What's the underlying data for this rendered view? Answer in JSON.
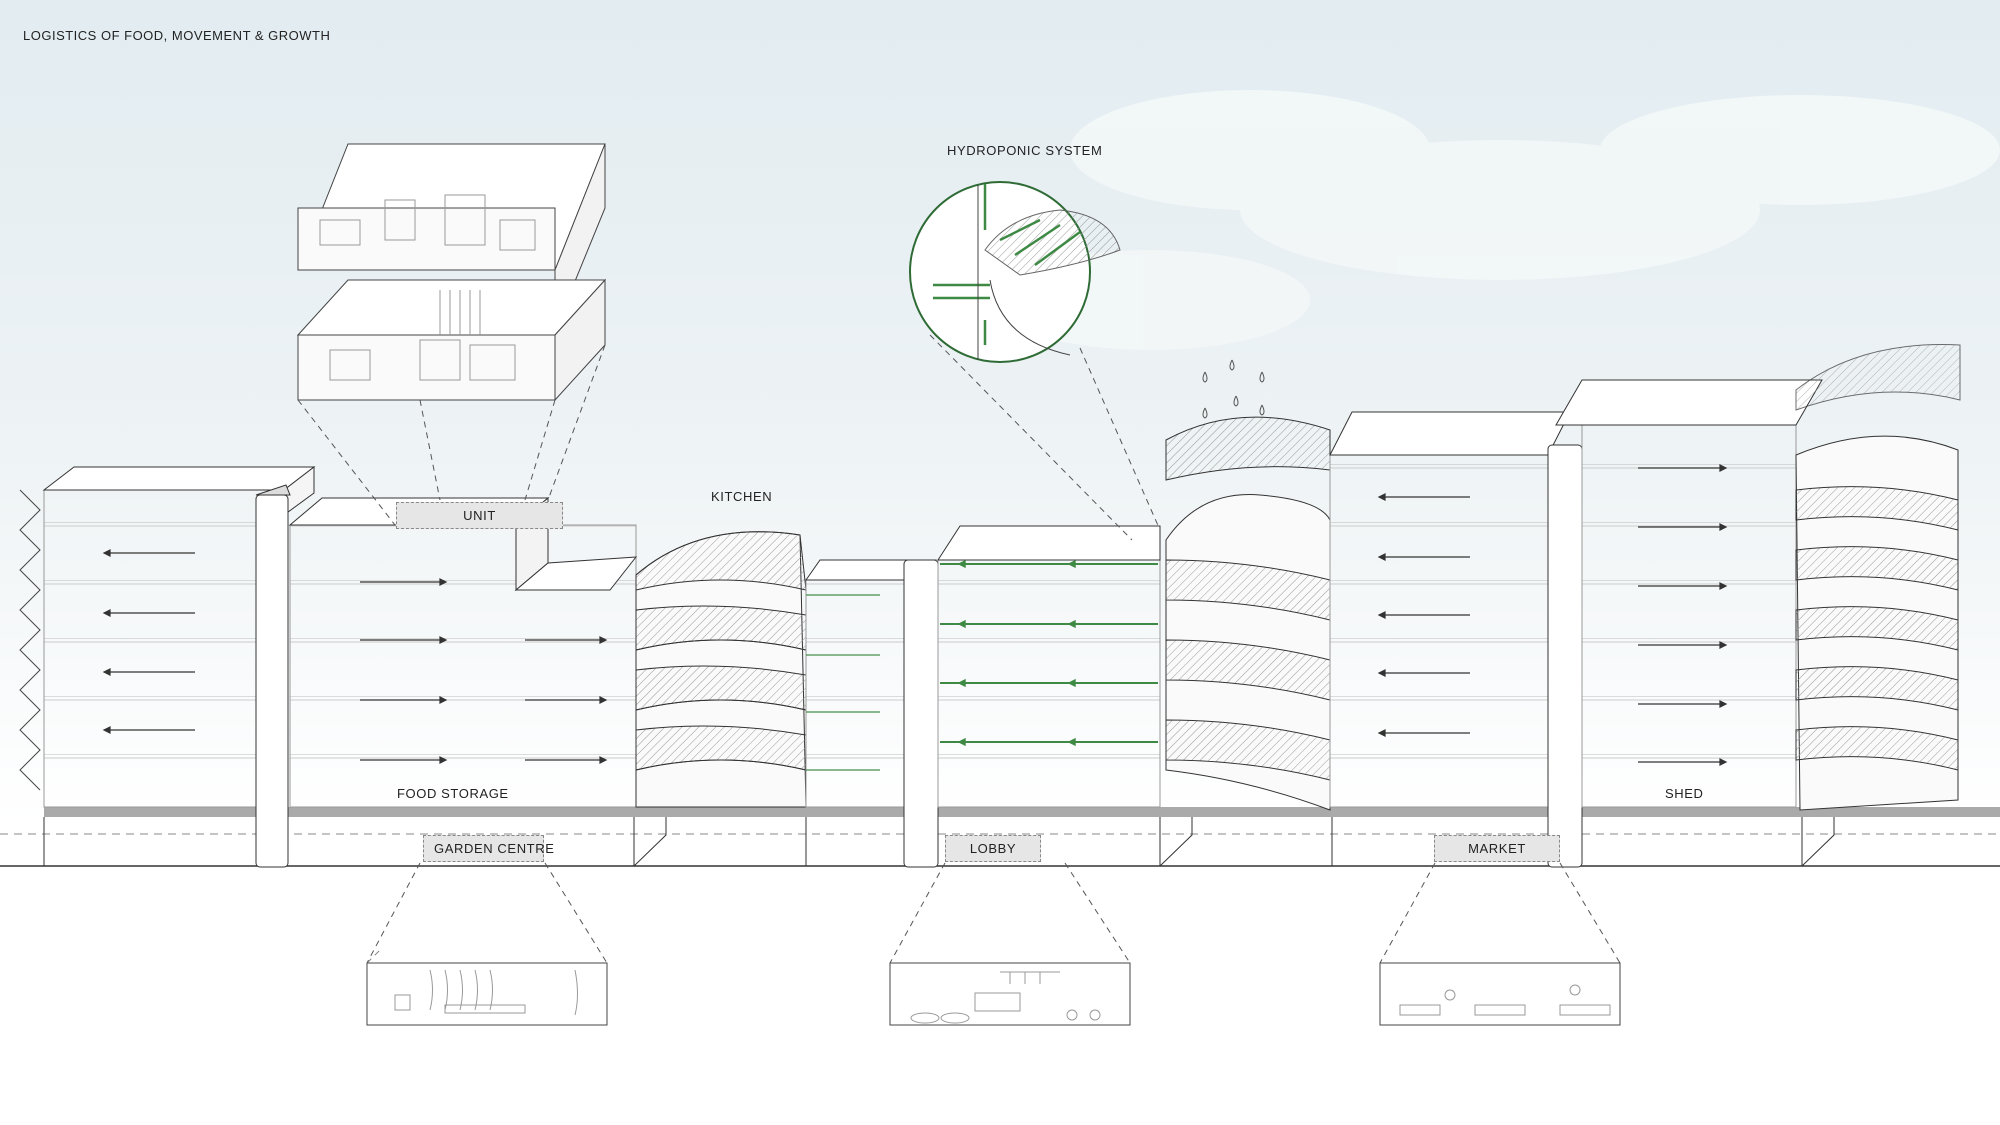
{
  "title": "LOGISTICS OF FOOD, MOVEMENT & GROWTH",
  "labels": {
    "hydroponic": "HYDROPONIC SYSTEM",
    "unit": "UNIT",
    "kitchen": "KITCHEN",
    "food_storage": "FOOD STORAGE",
    "shed": "SHED",
    "garden_centre": "GARDEN CENTRE",
    "lobby": "LOBBY",
    "market": "MARKET"
  },
  "colors": {
    "line": "#333333",
    "hydroponic_green": "#3e8a45",
    "sky": "#dfe9ee",
    "label_box": "#e6e6e6"
  }
}
